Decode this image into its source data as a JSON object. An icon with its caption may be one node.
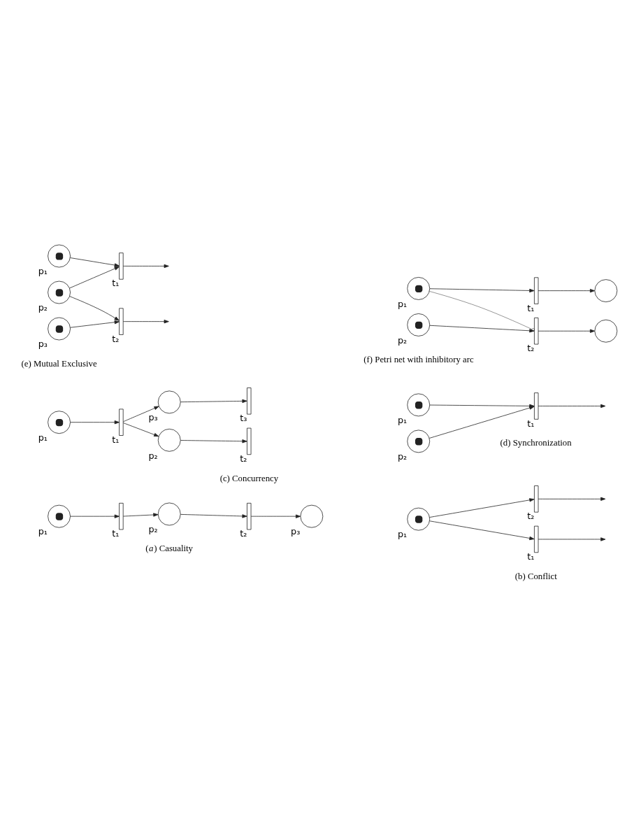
{
  "diagram": {
    "nodes": [
      {
        "text": [],
        "shape": "circle",
        "beside": [
          "p₁"
        ]
      },
      {
        "text": [],
        "shape": "bar",
        "beside": [
          "t₁"
        ]
      },
      {
        "text": [],
        "shape": "circle",
        "beside": [
          "p₂"
        ]
      },
      {
        "text": [],
        "shape": "bar",
        "beside": [
          "t₂"
        ]
      },
      {
        "text": [],
        "shape": "circle",
        "beside": [
          "p₃"
        ]
      },
      {
        "text": [],
        "shape": "circle",
        "beside": [
          "p₁"
        ]
      },
      {
        "text": [],
        "shape": "bar",
        "beside": [
          "t₁"
        ]
      },
      {
        "text": [],
        "shape": "bar",
        "beside": [
          "t₂"
        ]
      },
      {
        "text": [],
        "shape": "circle",
        "beside": [
          "p₁"
        ]
      },
      {
        "text": [],
        "shape": "bar",
        "beside": [
          "t₁"
        ]
      },
      {
        "text": [],
        "shape": "circle",
        "beside": [
          "p₂"
        ]
      },
      {
        "text": [],
        "shape": "bar",
        "beside": [
          "t₂"
        ]
      },
      {
        "text": [],
        "shape": "circle",
        "beside": [
          "p₃"
        ]
      },
      {
        "text": [],
        "shape": "bar",
        "beside": [
          "t₃"
        ]
      },
      {
        "text": [],
        "shape": "circle",
        "beside": [
          "p₁"
        ]
      },
      {
        "text": [],
        "shape": "bar",
        "beside": [
          "t₁"
        ]
      },
      {
        "text": [],
        "shape": "circle",
        "beside": [
          "p₂"
        ]
      },
      {
        "text": [],
        "shape": "circle",
        "beside": [
          "p₁"
        ]
      },
      {
        "text": [],
        "shape": "bar",
        "beside": [
          "t₁"
        ]
      },
      {
        "text": [],
        "shape": "circle",
        "beside": [
          "p₂"
        ]
      },
      {
        "text": [],
        "shape": "bar",
        "beside": [
          "t₂"
        ]
      },
      {
        "text": [],
        "shape": "circle",
        "beside": [
          "p₃"
        ]
      },
      {
        "text": [],
        "shape": "circle",
        "beside": [
          "p₁"
        ]
      },
      {
        "text": [],
        "shape": "bar",
        "beside": [
          "t₁"
        ]
      },
      {
        "text": [],
        "shape": "circle"
      },
      {
        "text": [],
        "shape": "circle",
        "beside": [
          "p₂"
        ]
      },
      {
        "text": [],
        "shape": "bar",
        "beside": [
          "t₂"
        ]
      },
      {
        "text": [],
        "shape": "circle"
      }
    ],
    "edges": [
      {
        "from": 0,
        "to": 1,
        "arrow": "to"
      },
      {
        "from": 1,
        "to": 2,
        "arrow": "to"
      },
      {
        "from": 2,
        "to": 3,
        "arrow": "to"
      },
      {
        "from": 3,
        "to": 4,
        "arrow": "to"
      },
      {
        "from": 5,
        "to": 6,
        "arrow": "to"
      },
      {
        "from": 5,
        "to": 7,
        "arrow": "to"
      },
      {
        "from": 6,
        "to": null,
        "arrow": "to"
      },
      {
        "from": 7,
        "to": null,
        "arrow": "to"
      },
      {
        "from": 8,
        "to": 9,
        "arrow": "to"
      },
      {
        "from": 9,
        "to": 10,
        "arrow": "to"
      },
      {
        "from": 9,
        "to": 12,
        "arrow": "to"
      },
      {
        "from": 10,
        "to": 11,
        "arrow": "to"
      },
      {
        "from": 12,
        "to": 13,
        "arrow": "to"
      },
      {
        "from": 14,
        "to": 15,
        "arrow": "to"
      },
      {
        "from": 16,
        "to": 15,
        "arrow": "to"
      },
      {
        "from": 15,
        "to": null,
        "arrow": "to"
      },
      {
        "from": 17,
        "to": 18,
        "arrow": "to"
      },
      {
        "from": 19,
        "to": 18,
        "arrow": "to"
      },
      {
        "from": 19,
        "to": 20,
        "arrow": "to"
      },
      {
        "from": 21,
        "to": 20,
        "arrow": "to"
      },
      {
        "from": 18,
        "to": null,
        "arrow": "to"
      },
      {
        "from": 20,
        "to": null,
        "arrow": "to"
      },
      {
        "from": 22,
        "to": 23,
        "arrow": "to"
      },
      {
        "from": 23,
        "to": 24,
        "arrow": "to"
      },
      {
        "from": 22,
        "to": 26,
        "arrow": "other"
      },
      {
        "from": 25,
        "to": 26,
        "arrow": "to"
      },
      {
        "from": 26,
        "to": 27,
        "arrow": "to"
      }
    ],
    "labels": [
      "(*a*) Casuality",
      "(b) Conflict",
      "(c) Concurrency",
      "(d) Synchronization",
      "(e) Mutual Exclusive",
      "(f) Petri net with inhibitory arc"
    ]
  }
}
